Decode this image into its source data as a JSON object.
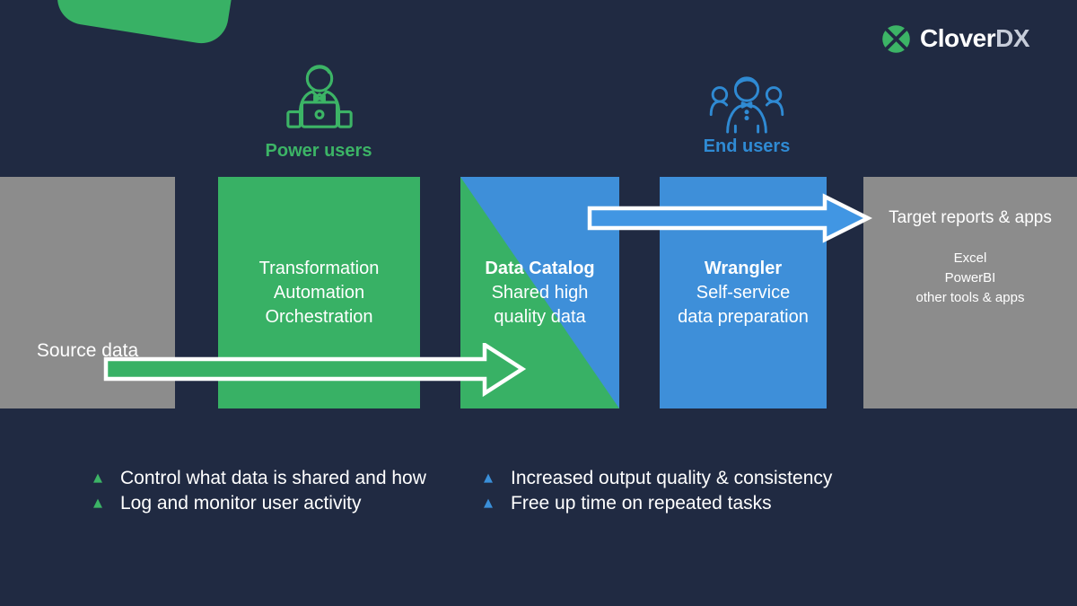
{
  "slide": {
    "logo": {
      "icon": "clover-icon",
      "brand": "Clover",
      "brand_suffix": "DX"
    },
    "personas": {
      "power_users": {
        "icon": "power-user-at-laptop-icon",
        "label": "Power users"
      },
      "end_users": {
        "icon": "end-users-group-icon",
        "label": "End users"
      }
    },
    "pipeline": {
      "source": {
        "label": "Source data"
      },
      "transformation": {
        "lines": [
          "Transformation",
          "Automation",
          "Orchestration"
        ]
      },
      "catalog": {
        "title": "Data Catalog",
        "subtitle_lines": [
          "Shared high",
          "quality data"
        ]
      },
      "wrangler": {
        "title": "Wrangler",
        "subtitle_lines": [
          "Self-service",
          "data preparation"
        ]
      },
      "target": {
        "title": "Target reports & apps",
        "items": [
          "Excel",
          "PowerBI",
          "other tools & apps"
        ]
      }
    },
    "arrows": {
      "source_to_catalog": "green-right-arrow",
      "wrangler_to_target": "blue-right-arrow"
    },
    "benefits": {
      "marker": "▲",
      "power_user_benefits": [
        "Control what data is shared and how",
        "Log and monitor user activity"
      ],
      "end_user_benefits": [
        "Increased output quality & consistency",
        "Free up time on repeated tasks"
      ]
    },
    "colors": {
      "background": "#202a42",
      "green": "#38b165",
      "green_text": "#3cb466",
      "blue": "#3e8fd9",
      "blue_text": "#2f8ad3",
      "arrow_blue": "#4196e3",
      "gray": "#8c8c8c",
      "white": "#ffffff",
      "logo_suffix": "#c6ccd9"
    }
  }
}
